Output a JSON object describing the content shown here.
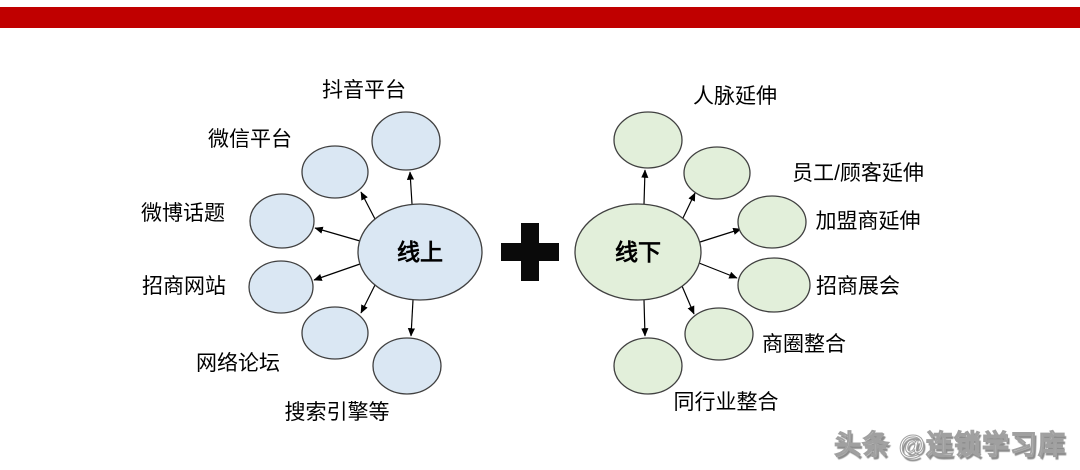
{
  "diagram": {
    "online": {
      "hub_label": "线上",
      "fill": "#dae7f3",
      "satellites": [
        "抖音平台",
        "微信平台",
        "微博话题",
        "招商网站",
        "网络论坛",
        "搜索引擎等"
      ]
    },
    "offline": {
      "hub_label": "线下",
      "fill": "#e2efda",
      "satellites": [
        "人脉延伸",
        "员工/顾客延伸",
        "加盟商延伸",
        "招商展会",
        "商圈整合",
        "同行业整合"
      ]
    },
    "plus_icon": "+"
  },
  "colors": {
    "top_bar": "#c00000",
    "node_stroke": "#404040",
    "arrow": "#000000"
  },
  "watermark": {
    "text": "头条 @连锁学习库"
  }
}
